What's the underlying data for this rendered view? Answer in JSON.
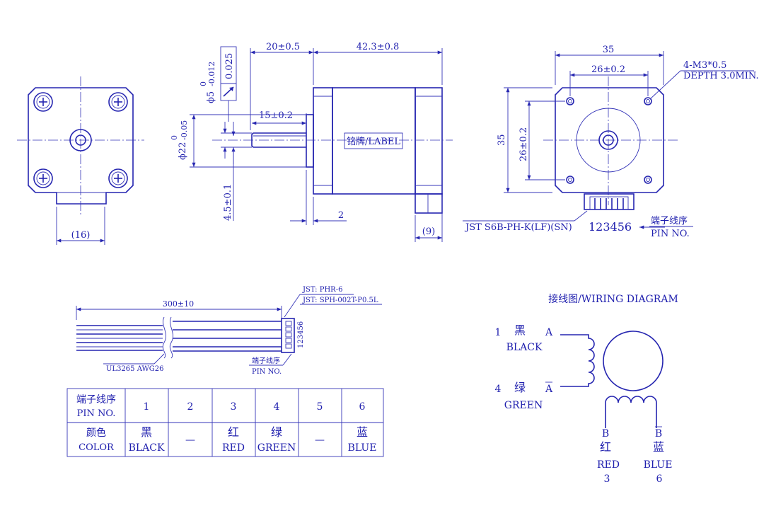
{
  "front_view": {
    "dim_tab": "(16)"
  },
  "side_view": {
    "dim_flange_len": "20±0.5",
    "dim_body_len": "42.3±0.8",
    "dim_shaft_len": "15±0.2",
    "dim_flat": "4.5±0.1",
    "dim_flange_thk": "2",
    "dim_connector": "(9)",
    "dim_shaft_dia": "ϕ5",
    "dim_shaft_tol_upper": "0",
    "dim_shaft_tol_lower": "-0.012",
    "runout_tol": "0.025",
    "dim_pilot_dia": "ϕ22",
    "dim_pilot_tol_upper": "0",
    "dim_pilot_tol_lower": "-0.05",
    "label_text": "铭牌/LABEL"
  },
  "rear_view": {
    "dim_width": "35",
    "dim_hole_spacing": "26±0.2",
    "dim_height": "35",
    "dim_hole_spacing_v": "26±0.2",
    "hole_note_1": "4-M3*0.5",
    "hole_note_2": "DEPTH 3.0MIN.",
    "connector_note": "JST S6B-PH-K(LF)(SN)",
    "pin_digits": "123456",
    "pin_label_cn": "端子线序",
    "pin_label_en": "PIN NO."
  },
  "cable_view": {
    "dim_cable_len": "300±10",
    "jst_housing": "JST: PHR-6",
    "jst_terminal": "JST: SPH-002T-P0.5L",
    "wire_spec": "UL3265 AWG26",
    "pin_digits": "123456",
    "pin_label_cn": "端子线序",
    "pin_label_en": "PIN NO."
  },
  "pin_table": {
    "header_cn": "端子线序",
    "header_en": "PIN NO.",
    "pins": [
      "1",
      "2",
      "3",
      "4",
      "5",
      "6"
    ],
    "color_cn": "颜色",
    "color_en": "COLOR",
    "colors": [
      {
        "cn": "黑",
        "en": "BLACK"
      },
      {
        "cn": "",
        "en": "—"
      },
      {
        "cn": "红",
        "en": "RED"
      },
      {
        "cn": "绿",
        "en": "GREEN"
      },
      {
        "cn": "",
        "en": "—"
      },
      {
        "cn": "蓝",
        "en": "BLUE"
      }
    ]
  },
  "wiring": {
    "title": "接线图/WIRING DIAGRAM",
    "a_num": "1",
    "a_cn": "黑",
    "a_en": "BLACK",
    "a_label": "A",
    "abar_num": "4",
    "abar_cn": "绿",
    "abar_en": "GREEN",
    "abar_label": "A",
    "b_label": "B",
    "b_cn": "红",
    "b_en": "RED",
    "b_num": "3",
    "bbar_label": "B",
    "bbar_cn": "蓝",
    "bbar_en": "BLUE",
    "bbar_num": "6"
  }
}
